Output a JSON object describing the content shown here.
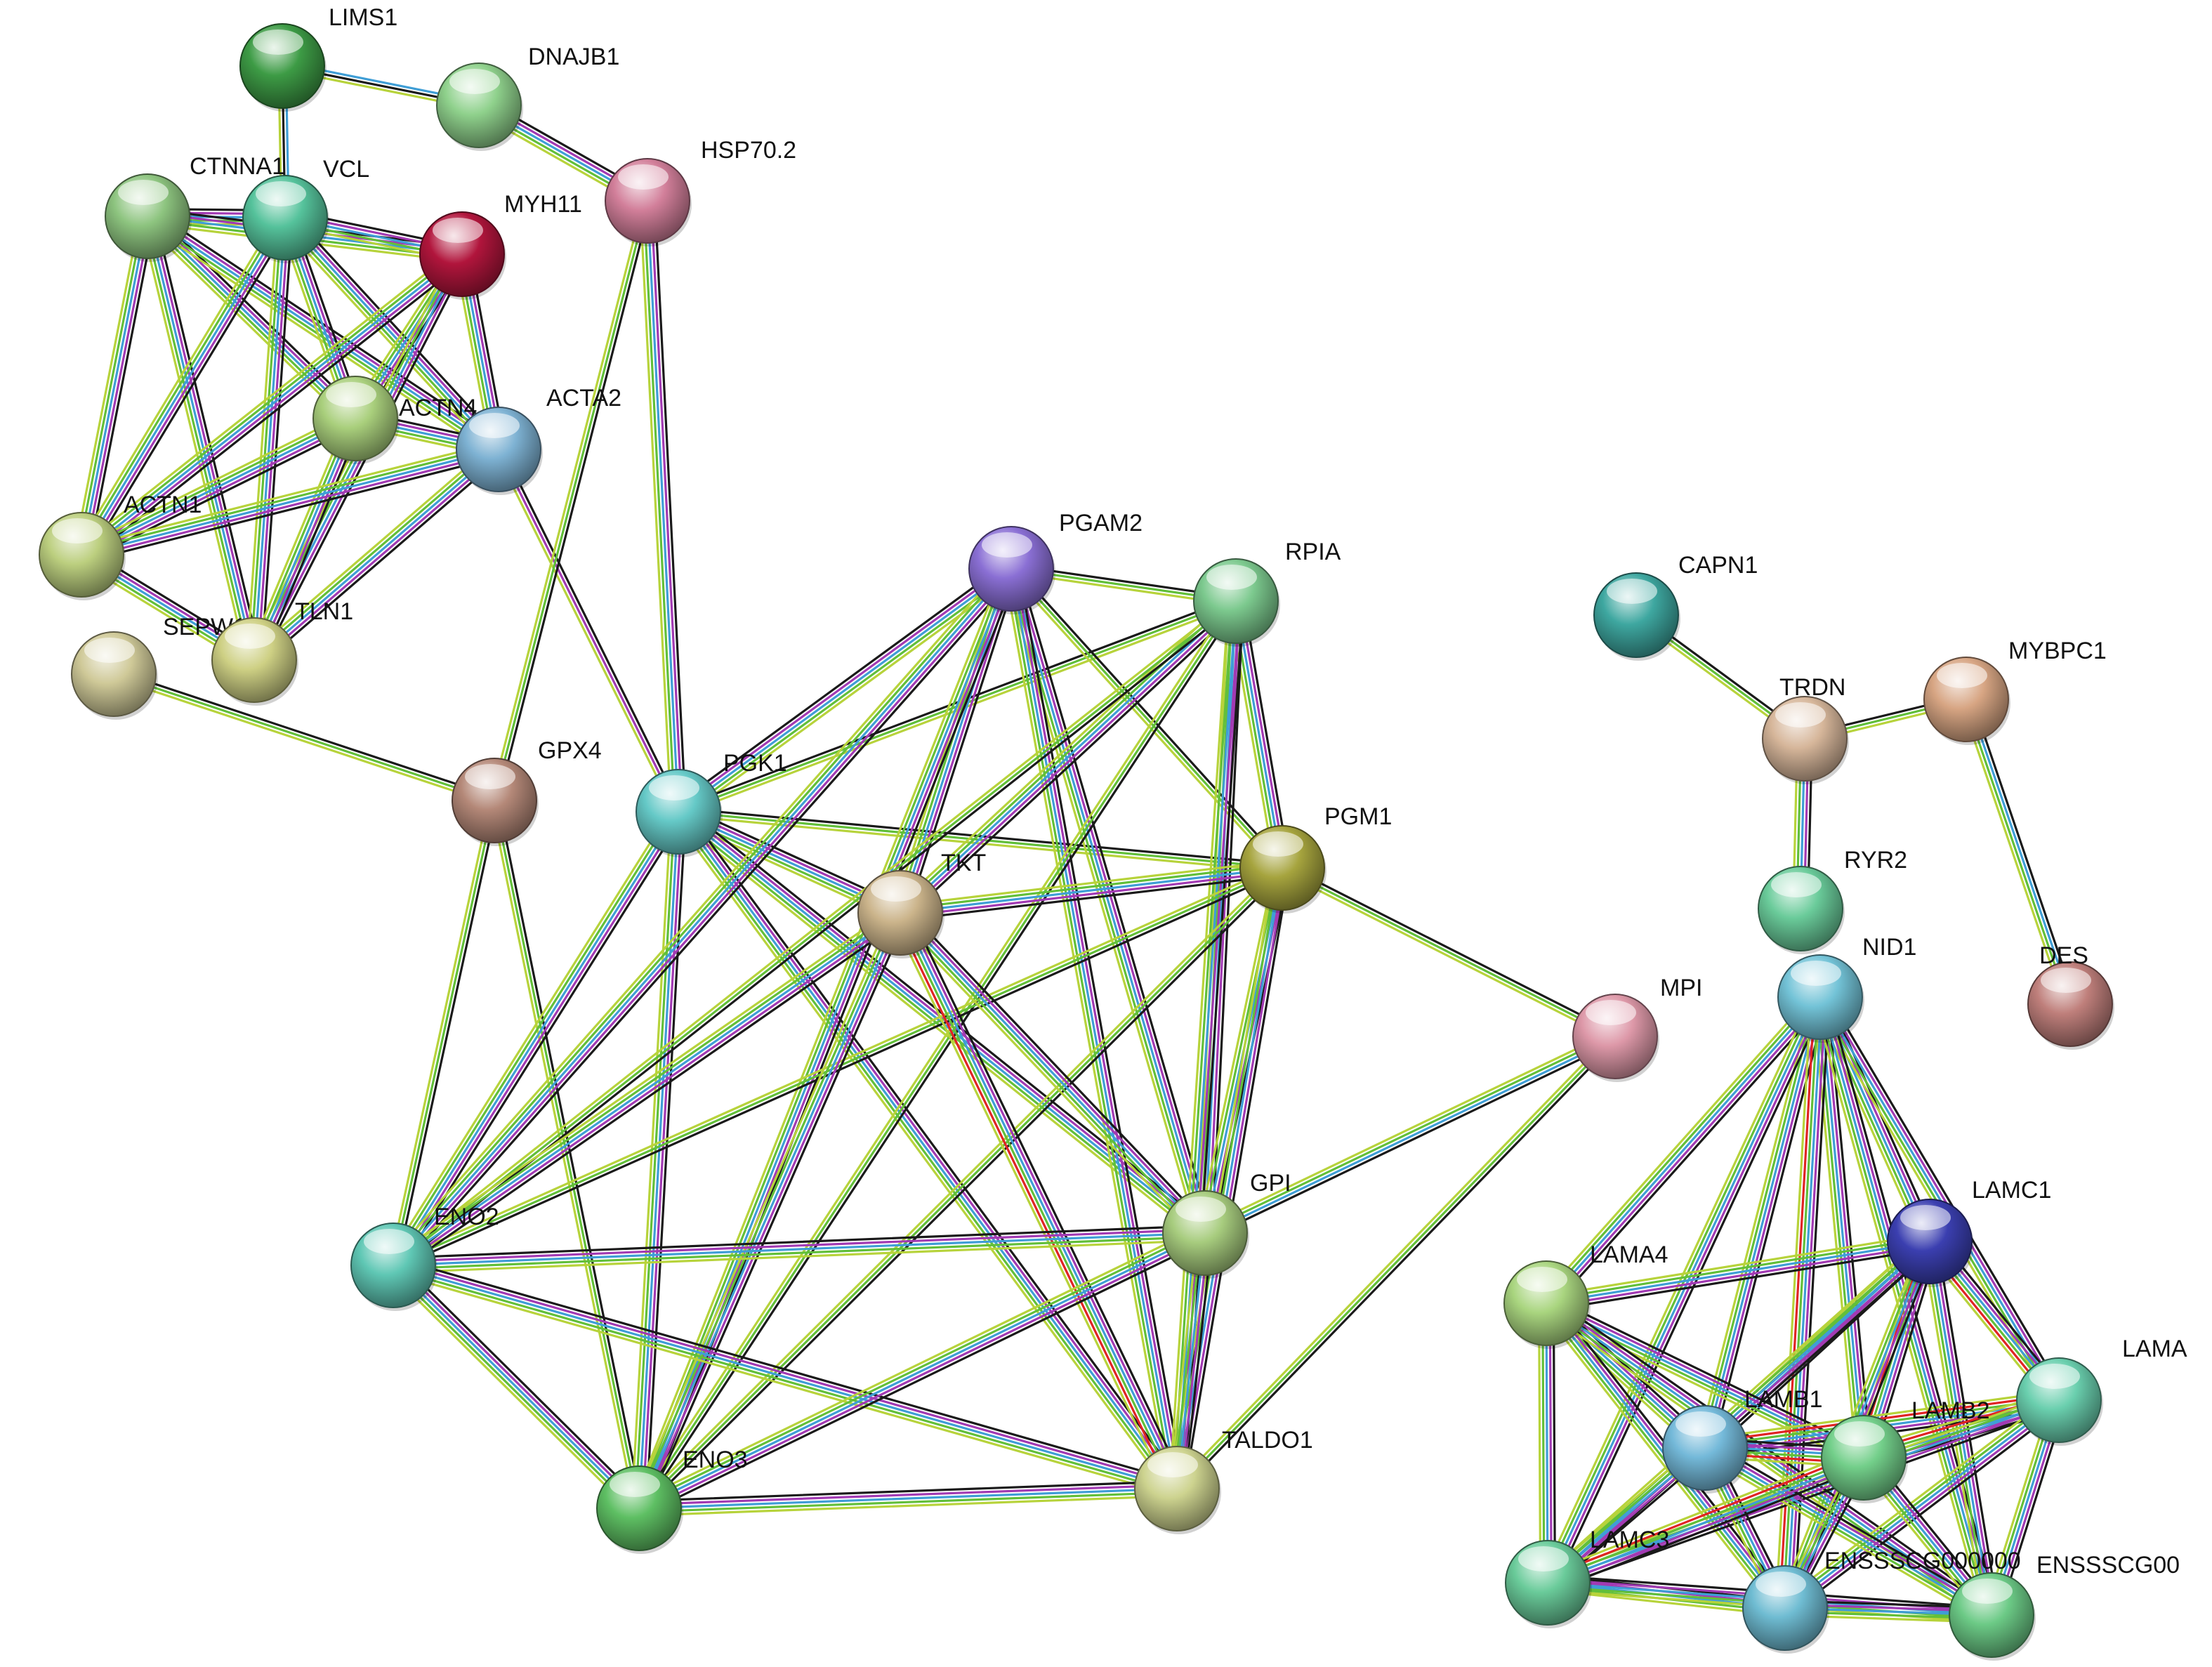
{
  "title": "",
  "edge_colors": {
    "black": "#1a1a1a",
    "purple": "#a23ab3",
    "blue": "#3f9ed6",
    "green": "#62bf3a",
    "yellowgreen": "#b7d33b",
    "red": "#e02424"
  },
  "nodes": [
    {
      "id": "LIMS1",
      "label": "LIMS1",
      "color": "#3d9b45"
    },
    {
      "id": "DNAJB1",
      "label": "DNAJB1",
      "color": "#8fd18c"
    },
    {
      "id": "HSP70.2",
      "label": "HSP70.2",
      "color": "#d27f9a"
    },
    {
      "id": "CTNNA1",
      "label": "CTNNA1",
      "color": "#8dc47f"
    },
    {
      "id": "VCL",
      "label": "VCL",
      "color": "#55c29b"
    },
    {
      "id": "MYH11",
      "label": "MYH11",
      "color": "#b1153c"
    },
    {
      "id": "ACTN4",
      "label": "ACTN4",
      "color": "#a9cf7c"
    },
    {
      "id": "ACTA2",
      "label": "ACTA2",
      "color": "#7eb2d3"
    },
    {
      "id": "ACTN1",
      "label": "ACTN1",
      "color": "#bccf7f"
    },
    {
      "id": "SEPW1",
      "label": "SEPW1",
      "color": "#cfc998"
    },
    {
      "id": "TLN1",
      "label": "TLN1",
      "color": "#ced084"
    },
    {
      "id": "GPX4",
      "label": "GPX4",
      "color": "#b48878"
    },
    {
      "id": "PGK1",
      "label": "PGK1",
      "color": "#65c9c7"
    },
    {
      "id": "PGAM2",
      "label": "PGAM2",
      "color": "#8a6fd4"
    },
    {
      "id": "RPIA",
      "label": "RPIA",
      "color": "#7cc98e"
    },
    {
      "id": "PGM1",
      "label": "PGM1",
      "color": "#a6a43e"
    },
    {
      "id": "TKT",
      "label": "TKT",
      "color": "#cbb48b"
    },
    {
      "id": "MPI",
      "label": "MPI",
      "color": "#dd98a8"
    },
    {
      "id": "ENO2",
      "label": "ENO2",
      "color": "#5fc7b4"
    },
    {
      "id": "GPI",
      "label": "GPI",
      "color": "#a7cc7e"
    },
    {
      "id": "ENO3",
      "label": "ENO3",
      "color": "#5ebf63"
    },
    {
      "id": "TALDO1",
      "label": "TALDO1",
      "color": "#cdd38f"
    },
    {
      "id": "CAPN1",
      "label": "CAPN1",
      "color": "#3ea7a0"
    },
    {
      "id": "MYBPC1",
      "label": "MYBPC1",
      "color": "#d7a583"
    },
    {
      "id": "TRDN",
      "label": "TRDN",
      "color": "#d6b69a"
    },
    {
      "id": "RYR2",
      "label": "RYR2",
      "color": "#6acb9a"
    },
    {
      "id": "NID1",
      "label": "NID1",
      "color": "#73c3d7"
    },
    {
      "id": "DES",
      "label": "DES",
      "color": "#bf7f7b"
    },
    {
      "id": "LAMC1",
      "label": "LAMC1",
      "color": "#3b3fb0"
    },
    {
      "id": "LAMA4",
      "label": "LAMA4",
      "color": "#a9d57f"
    },
    {
      "id": "LAMA",
      "label": "LAMA",
      "color": "#6acfae"
    },
    {
      "id": "LAMB1",
      "label": "LAMB1",
      "color": "#74b9d9"
    },
    {
      "id": "LAMB2",
      "label": "LAMB2",
      "color": "#73cf8a"
    },
    {
      "id": "LAMC3",
      "label": "LAMC3",
      "color": "#6acb9a"
    },
    {
      "id": "ENSSSCG_A",
      "label": "ENSSSCG000000",
      "color": "#6fbcd2"
    },
    {
      "id": "ENSSSCG_B",
      "label": "ENSSSCG00",
      "color": "#6cca86"
    }
  ],
  "edges": [
    [
      "LIMS1",
      "DNAJB1",
      "bk"
    ],
    [
      "LIMS1",
      "VCL",
      "bk"
    ],
    [
      "DNAJB1",
      "HSP70.2",
      "kpbg"
    ],
    [
      "CTNNA1",
      "VCL",
      "kpbg"
    ],
    [
      "CTNNA1",
      "MYH11",
      "kpbg"
    ],
    [
      "CTNNA1",
      "ACTN4",
      "kpbg"
    ],
    [
      "CTNNA1",
      "ACTA2",
      "kpbg"
    ],
    [
      "CTNNA1",
      "ACTN1",
      "kpbg"
    ],
    [
      "CTNNA1",
      "TLN1",
      "kpbg"
    ],
    [
      "VCL",
      "MYH11",
      "kpbg"
    ],
    [
      "VCL",
      "ACTN4",
      "kpbg"
    ],
    [
      "VCL",
      "ACTA2",
      "kpbg"
    ],
    [
      "VCL",
      "ACTN1",
      "kpbg"
    ],
    [
      "VCL",
      "TLN1",
      "kpbg"
    ],
    [
      "MYH11",
      "ACTN4",
      "kpbg"
    ],
    [
      "MYH11",
      "ACTA2",
      "kpbg"
    ],
    [
      "MYH11",
      "ACTN1",
      "kpbg"
    ],
    [
      "MYH11",
      "TLN1",
      "kpbg"
    ],
    [
      "ACTN4",
      "ACTA2",
      "kpbg"
    ],
    [
      "ACTN4",
      "ACTN1",
      "kpbg"
    ],
    [
      "ACTN4",
      "TLN1",
      "kpbg"
    ],
    [
      "ACTA2",
      "ACTN1",
      "kpbg"
    ],
    [
      "ACTA2",
      "TLN1",
      "kpbg"
    ],
    [
      "ACTA2",
      "PGK1",
      "kp"
    ],
    [
      "ACTN1",
      "TLN1",
      "kpbg"
    ],
    [
      "HSP70.2",
      "GPX4",
      "kg"
    ],
    [
      "HSP70.2",
      "PGK1",
      "kpbg"
    ],
    [
      "SEPW1",
      "GPX4",
      "kg"
    ],
    [
      "GPX4",
      "ENO2",
      "kg"
    ],
    [
      "GPX4",
      "ENO3",
      "kg"
    ],
    [
      "PGK1",
      "PGAM2",
      "kpbg"
    ],
    [
      "PGK1",
      "RPIA",
      "kg"
    ],
    [
      "PGK1",
      "PGM1",
      "kg"
    ],
    [
      "PGK1",
      "TKT",
      "kpbg"
    ],
    [
      "PGK1",
      "ENO2",
      "kpbg"
    ],
    [
      "PGK1",
      "ENO3",
      "kpbg"
    ],
    [
      "PGK1",
      "GPI",
      "kpbg"
    ],
    [
      "PGK1",
      "TALDO1",
      "kpbg"
    ],
    [
      "PGAM2",
      "RPIA",
      "kg"
    ],
    [
      "PGAM2",
      "TKT",
      "kpbg"
    ],
    [
      "PGAM2",
      "PGM1",
      "kg"
    ],
    [
      "PGAM2",
      "ENO2",
      "kpbg"
    ],
    [
      "PGAM2",
      "ENO3",
      "kpbg"
    ],
    [
      "PGAM2",
      "GPI",
      "kpbg"
    ],
    [
      "PGAM2",
      "TALDO1",
      "kpbg"
    ],
    [
      "RPIA",
      "TKT",
      "kpbg"
    ],
    [
      "RPIA",
      "PGM1",
      "kpbg"
    ],
    [
      "RPIA",
      "ENO2",
      "kg"
    ],
    [
      "RPIA",
      "GPI",
      "kpbg"
    ],
    [
      "RPIA",
      "TALDO1",
      "kpbg"
    ],
    [
      "RPIA",
      "ENO3",
      "kg"
    ],
    [
      "PGM1",
      "TKT",
      "kpbg"
    ],
    [
      "PGM1",
      "MPI",
      "kg"
    ],
    [
      "PGM1",
      "ENO2",
      "kg"
    ],
    [
      "PGM1",
      "ENO3",
      "kg"
    ],
    [
      "PGM1",
      "GPI",
      "kpbg"
    ],
    [
      "PGM1",
      "TALDO1",
      "kpbg"
    ],
    [
      "TKT",
      "ENO2",
      "kpbg"
    ],
    [
      "TKT",
      "ENO3",
      "kpbg"
    ],
    [
      "TKT",
      "GPI",
      "kpbg"
    ],
    [
      "TKT",
      "TALDO1",
      "kpbgr"
    ],
    [
      "MPI",
      "GPI",
      "kbg"
    ],
    [
      "MPI",
      "TALDO1",
      "kg"
    ],
    [
      "ENO2",
      "GPI",
      "kpbg"
    ],
    [
      "ENO2",
      "ENO3",
      "kpbg"
    ],
    [
      "ENO2",
      "TALDO1",
      "kpbg"
    ],
    [
      "GPI",
      "ENO3",
      "kpbg"
    ],
    [
      "GPI",
      "TALDO1",
      "kpbg"
    ],
    [
      "ENO3",
      "TALDO1",
      "kpbg"
    ],
    [
      "CAPN1",
      "TRDN",
      "kg"
    ],
    [
      "TRDN",
      "MYBPC1",
      "kg"
    ],
    [
      "TRDN",
      "RYR2",
      "kpbg"
    ],
    [
      "MYBPC1",
      "DES",
      "kbg"
    ],
    [
      "NID1",
      "LAMC1",
      "kpbg"
    ],
    [
      "NID1",
      "LAMA4",
      "kpbg"
    ],
    [
      "NID1",
      "LAMA",
      "kpbg"
    ],
    [
      "NID1",
      "LAMB1",
      "kpbg"
    ],
    [
      "NID1",
      "LAMB2",
      "kpbg"
    ],
    [
      "NID1",
      "LAMC3",
      "kpbg"
    ],
    [
      "NID1",
      "ENSSSCG_A",
      "kpbgr"
    ],
    [
      "NID1",
      "ENSSSCG_B",
      "kpbg"
    ],
    [
      "LAMC1",
      "LAMA4",
      "kpbg"
    ],
    [
      "LAMC1",
      "LAMA",
      "kpbgr"
    ],
    [
      "LAMC1",
      "LAMB1",
      "kpbg"
    ],
    [
      "LAMC1",
      "LAMB2",
      "kpbgr"
    ],
    [
      "LAMC1",
      "LAMC3",
      "kpbg"
    ],
    [
      "LAMC1",
      "ENSSSCG_A",
      "kpbg"
    ],
    [
      "LAMC1",
      "ENSSSCG_B",
      "kpbg"
    ],
    [
      "LAMA4",
      "LAMB1",
      "kpbg"
    ],
    [
      "LAMA4",
      "LAMB2",
      "kpbg"
    ],
    [
      "LAMA4",
      "LAMC3",
      "kpbg"
    ],
    [
      "LAMA4",
      "ENSSSCG_A",
      "kpbg"
    ],
    [
      "LAMA4",
      "ENSSSCG_B",
      "kpbg"
    ],
    [
      "LAMA",
      "LAMB1",
      "kpbgr"
    ],
    [
      "LAMA",
      "LAMB2",
      "kpbgr"
    ],
    [
      "LAMA",
      "LAMC3",
      "kpbg"
    ],
    [
      "LAMA",
      "ENSSSCG_A",
      "kpbg"
    ],
    [
      "LAMA",
      "ENSSSCG_B",
      "kpbg"
    ],
    [
      "LAMB1",
      "LAMB2",
      "kpbgr"
    ],
    [
      "LAMB1",
      "LAMC3",
      "kpbg"
    ],
    [
      "LAMB1",
      "ENSSSCG_A",
      "kpbg"
    ],
    [
      "LAMB1",
      "ENSSSCG_B",
      "kpbg"
    ],
    [
      "LAMB2",
      "LAMC3",
      "kpbgr"
    ],
    [
      "LAMB2",
      "ENSSSCG_A",
      "kpbg"
    ],
    [
      "LAMB2",
      "ENSSSCG_B",
      "kpbg"
    ],
    [
      "LAMC3",
      "ENSSSCG_A",
      "kpbg"
    ],
    [
      "LAMC3",
      "ENSSSCG_B",
      "kpbg"
    ],
    [
      "ENSSSCG_A",
      "ENSSSCG_B",
      "kpbg"
    ]
  ]
}
